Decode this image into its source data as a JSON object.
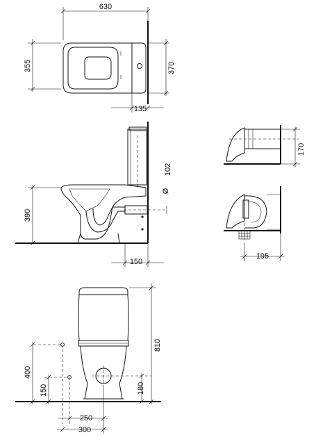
{
  "dimensions": {
    "top_width": "630",
    "top_depth_left": "355",
    "top_depth_right": "370",
    "top_wall_offset": "135",
    "side_seat_height": "390",
    "side_pipe_diameter": "102",
    "side_outlet_offset": "150",
    "connector_height": "170",
    "connector_width": "195",
    "front_total_height": "810",
    "front_inlet_height": "400",
    "front_lower_height": "150",
    "front_outlet_height": "180",
    "front_offset_250": "250",
    "front_offset_300": "300"
  },
  "symbols": {
    "diameter": "Ø"
  }
}
